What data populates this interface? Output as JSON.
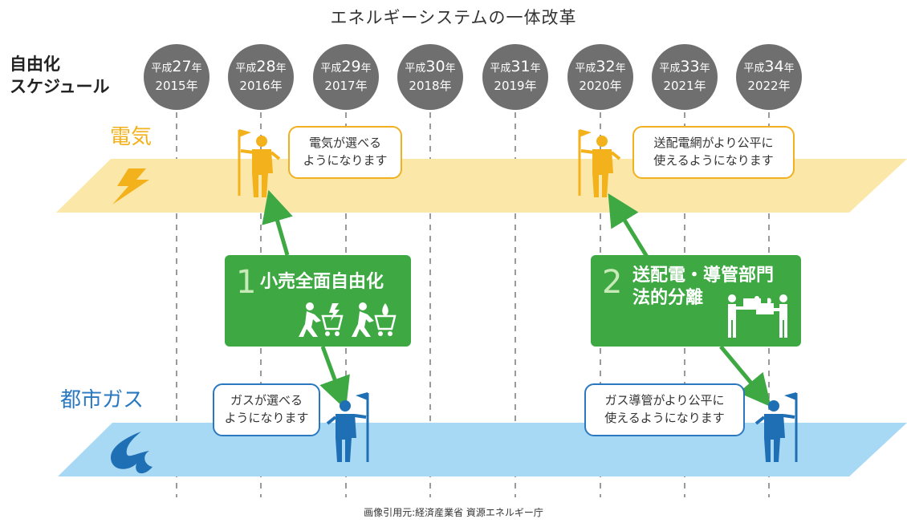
{
  "title": "エネルギーシステムの一体改革",
  "schedule_label": [
    "自由化",
    "スケジュール"
  ],
  "years": [
    {
      "era": "平成",
      "num": "27",
      "suffix": "年",
      "ad": "2015年"
    },
    {
      "era": "平成",
      "num": "28",
      "suffix": "年",
      "ad": "2016年"
    },
    {
      "era": "平成",
      "num": "29",
      "suffix": "年",
      "ad": "2017年"
    },
    {
      "era": "平成",
      "num": "30",
      "suffix": "年",
      "ad": "2018年"
    },
    {
      "era": "平成",
      "num": "31",
      "suffix": "年",
      "ad": "2019年"
    },
    {
      "era": "平成",
      "num": "32",
      "suffix": "年",
      "ad": "2020年"
    },
    {
      "era": "平成",
      "num": "33",
      "suffix": "年",
      "ad": "2021年"
    },
    {
      "era": "平成",
      "num": "34",
      "suffix": "年",
      "ad": "2022年"
    }
  ],
  "tracks": {
    "electricity": "電気",
    "gas": "都市ガス"
  },
  "bubbles": {
    "elec_1": [
      "電気が選べる",
      "ようになります"
    ],
    "elec_2": [
      "送配電網がより公平に",
      "使えるようになります"
    ],
    "gas_1": [
      "ガスが選べる",
      "ようになります"
    ],
    "gas_2": [
      "ガス導管がより公平に",
      "使えるようになります"
    ]
  },
  "steps": [
    {
      "num": "1",
      "lines": [
        "小売全面自由化"
      ]
    },
    {
      "num": "2",
      "lines": [
        "送配電・導管部門",
        "法的分離"
      ]
    }
  ],
  "footer": "画像引用元:経済産業省 資源エネルギー庁",
  "colors": {
    "electricity_band": "#fbe8a8",
    "gas_band": "#a7d8f4",
    "electricity_accent": "#f3b21b",
    "gas_accent": "#1f6fb5",
    "step_green": "#3ea843",
    "year_circle": "#6f6f6f"
  },
  "icons": [
    "lightning-icon",
    "flame-icon",
    "flag-person-icon",
    "shopping-cart-icon",
    "puzzle-icon"
  ]
}
